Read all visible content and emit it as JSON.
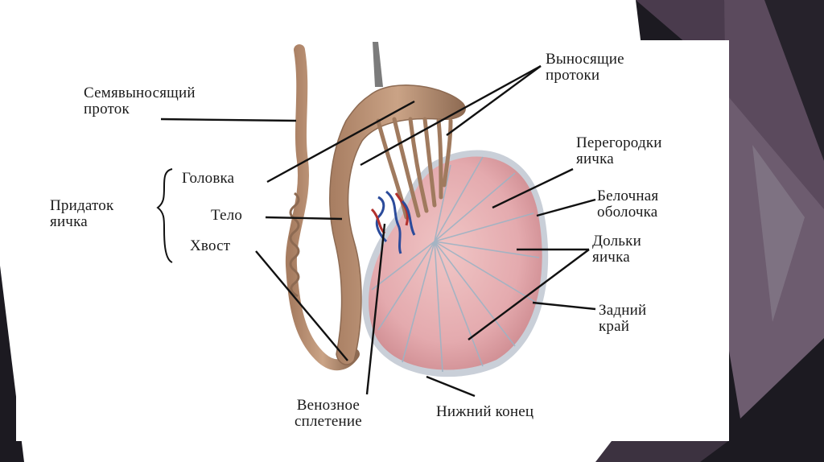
{
  "labels": {
    "vas_deferens": [
      "Семявыносящий",
      "проток"
    ],
    "efferent_ducts": [
      "Выносящие",
      "протоки"
    ],
    "epididymis": [
      "Придаток",
      "яичка"
    ],
    "head": "Головка",
    "body": "Тело",
    "tail": "Хвост",
    "septa": [
      "Перегородки",
      "яичка"
    ],
    "albuginea": [
      "Белочная",
      "оболочка"
    ],
    "lobules": [
      "Дольки",
      "яичка"
    ],
    "posterior_border": [
      "Задний",
      "край"
    ],
    "venous_plexus": [
      "Венозное",
      "сплетение"
    ],
    "lower_pole": "Нижний конец"
  },
  "colors": {
    "slide_bg": "#ffffff",
    "decor_dark": "#1c1a21",
    "decor_purple": "#4a3b4d",
    "decor_mauve": "#6d5c6f",
    "decor_grey": "#9a9a9e",
    "tissue_brown": "#b99277",
    "tissue_brown_dark": "#8d6a52",
    "testis_pink": "#e4aaae",
    "testis_pink_dark": "#c98286",
    "albuginea_edge": "#c9cfd8",
    "vein_blue": "#2b4b9b",
    "vein_red": "#b2312d",
    "leader_line": "#111111"
  }
}
